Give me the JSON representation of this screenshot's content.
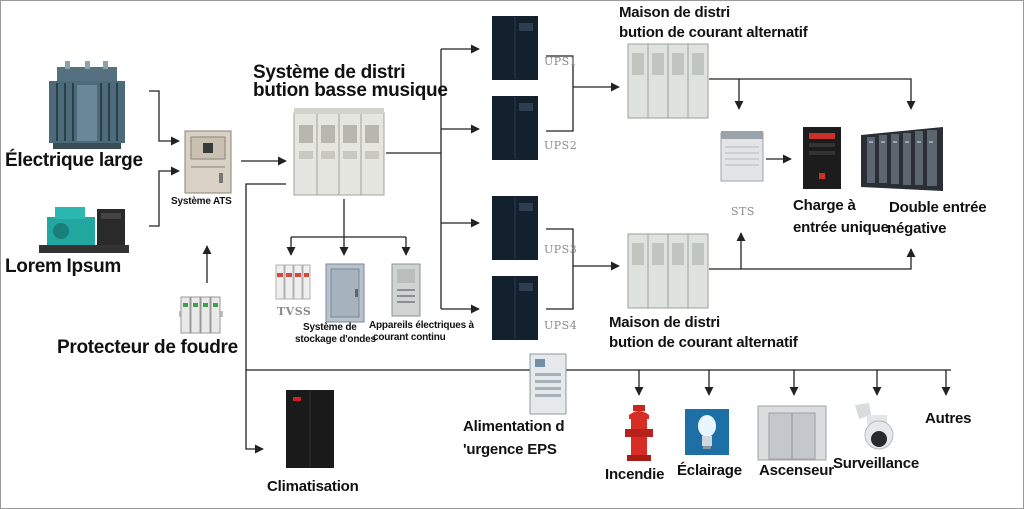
{
  "labels": {
    "electric_large": "Électrique large",
    "lorem_ipsum": "Lorem Ipsum",
    "ats": "Système ATS",
    "lightning": "Protecteur de foudre",
    "lv_system_1": "Système de distri",
    "lv_system_2": "bution basse musique",
    "ac_house_top_1": "Maison de distri",
    "ac_house_top_2": "bution de courant alternatif",
    "ac_house_bot_1": "Maison de distri",
    "ac_house_bot_2": "bution de courant alternatif",
    "ups1": "UPS1",
    "ups2": "UPS2",
    "ups3": "UPS3",
    "ups4": "UPS4",
    "sts": "STS",
    "single_load_1": "Charge à",
    "single_load_2": "entrée unique",
    "double_1": "Double entrée",
    "double_2": "négative",
    "tvss": "TVSS",
    "wave_storage_1": "Système de",
    "wave_storage_2": "stockage d'ondes",
    "dc_1": "Appareils électriques à",
    "dc_2": "courant continu",
    "eps_1": "Alimentation d",
    "eps_2": "'urgence EPS",
    "climatisation": "Climatisation",
    "incendie": "Incendie",
    "eclairage": "Éclairage",
    "ascenseur": "Ascenseur",
    "surveillance": "Surveillance",
    "autres": "Autres"
  }
}
